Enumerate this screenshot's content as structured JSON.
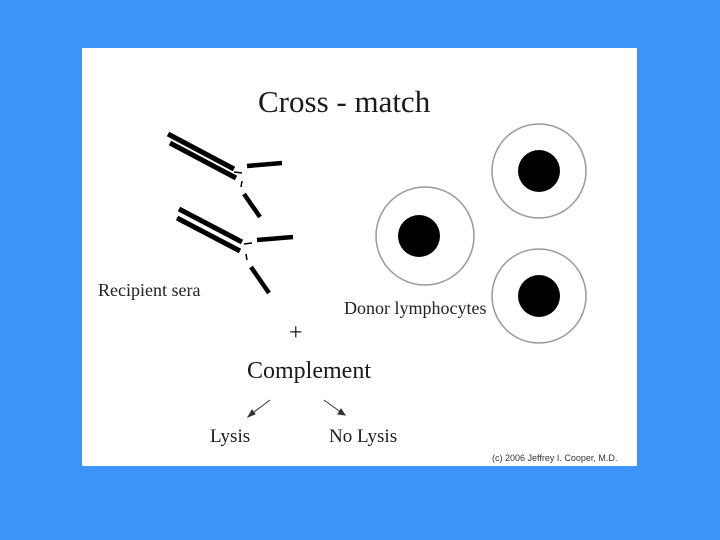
{
  "title": "Cross - match",
  "labels": {
    "recipient_sera": "Recipient sera",
    "donor_lymphocytes": "Donor lymphocytes",
    "plus": "+",
    "complement": "Complement",
    "lysis": "Lysis",
    "no_lysis": "No Lysis"
  },
  "copyright": "(c) 2006 Jeffrey I. Cooper, M.D.",
  "colors": {
    "background": "#3e94f8",
    "slide": "#ffffff",
    "ink": "#000000",
    "cell_outline": "#9a9a9a"
  }
}
